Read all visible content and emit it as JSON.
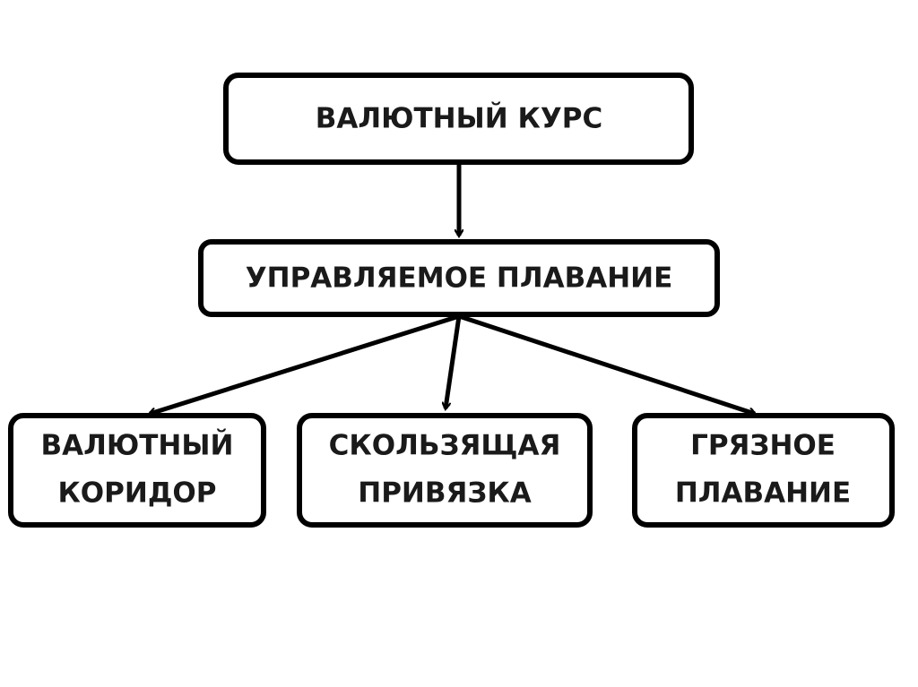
{
  "root": {
    "label": "ВАЛЮТНЫЙ КУРС"
  },
  "middle": {
    "label": "УПРАВЛЯЕМОЕ ПЛАВАНИЕ"
  },
  "children": [
    {
      "line1": "ВАЛЮТНЫЙ",
      "line2": "КОРИДОР"
    },
    {
      "line1": "СКОЛЬЗЯЩАЯ",
      "line2": "ПРИВЯЗКА"
    },
    {
      "line1": "ГРЯЗНОЕ",
      "line2": "ПЛАВАНИЕ"
    }
  ]
}
